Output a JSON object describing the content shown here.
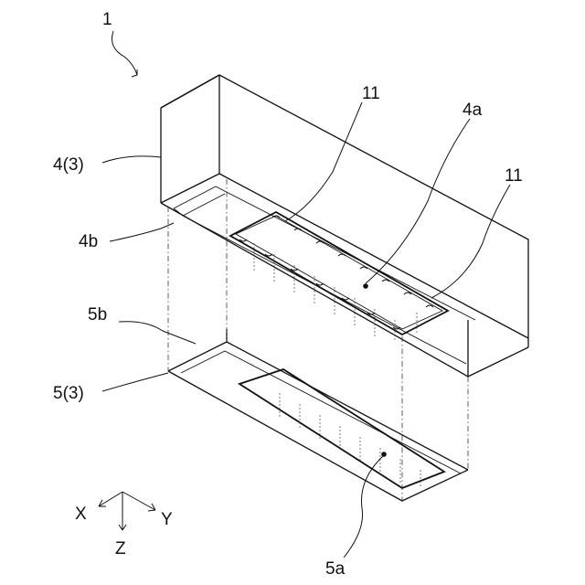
{
  "labels": {
    "assembly": "1",
    "upper_case": "4(3)",
    "upper_opening": "4a",
    "upper_step": "4b",
    "lower_step": "5b",
    "lower_case": "5(3)",
    "lower_opening": "5a",
    "seal_left": "11",
    "seal_right": "11"
  },
  "axes": {
    "x": "X",
    "y": "Y",
    "z": "Z"
  }
}
